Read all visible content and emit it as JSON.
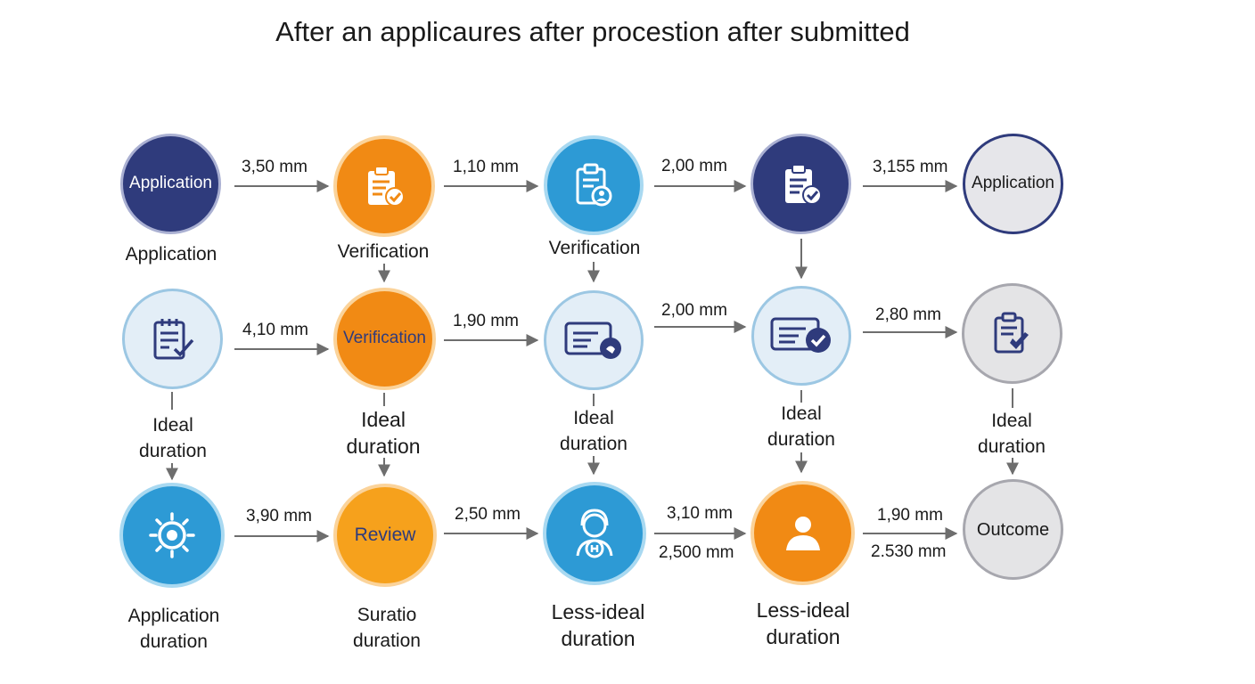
{
  "title": "After an applicaures after procestion after submitted",
  "colors": {
    "navy": "#2f3b7c",
    "orange": "#f18a14",
    "blue": "#2d9ad5",
    "light_blue": "#e3eef7",
    "grey": "#e4e4e6",
    "arrow": "#6e6e6e"
  },
  "rows": [
    {
      "nodes": [
        {
          "text": "Application",
          "icon": "",
          "label": "Application"
        },
        {
          "text": "",
          "icon": "clipboard-check-icon",
          "label": "Verification"
        },
        {
          "text": "",
          "icon": "clipboard-user-icon",
          "label": "Verification"
        },
        {
          "text": "",
          "icon": "clipboard-check-icon",
          "label": ""
        },
        {
          "text": "Application",
          "icon": "",
          "label": ""
        }
      ],
      "edges": [
        "3,50 mm",
        "1,10  mm",
        "2,00 mm",
        "3,155 mm"
      ]
    },
    {
      "nodes": [
        {
          "text": "",
          "icon": "checklist-icon",
          "label": "Ideal\nduration"
        },
        {
          "text": "Verification",
          "icon": "",
          "label": "Ideal\nduration"
        },
        {
          "text": "",
          "icon": "id-card-chat-icon",
          "label": "Ideal\nduration"
        },
        {
          "text": "",
          "icon": "id-card-check-icon",
          "label": "Ideal\nduration"
        },
        {
          "text": "",
          "icon": "document-check-icon",
          "label": "Ideal\nduration"
        }
      ],
      "edges": [
        "4,10 mm",
        "1,90 mm",
        "2,00 mm",
        "2,80 mm"
      ]
    },
    {
      "nodes": [
        {
          "text": "",
          "icon": "gear-icon",
          "label": "Application\nduration"
        },
        {
          "text": "Review",
          "icon": "",
          "label": "Suratio\nduration"
        },
        {
          "text": "",
          "icon": "support-agent-icon",
          "label": "Less-ideal\nduration"
        },
        {
          "text": "",
          "icon": "user-icon",
          "label": "Less-ideal\nduration"
        },
        {
          "text": "Outcome",
          "icon": "",
          "label": ""
        }
      ],
      "edges": [
        "3,90 mm",
        "2,50 mm",
        "3,10 mm",
        "1,90 mm"
      ],
      "edges_below": [
        "",
        "",
        "2,500 mm",
        "2.530 mm"
      ]
    }
  ]
}
